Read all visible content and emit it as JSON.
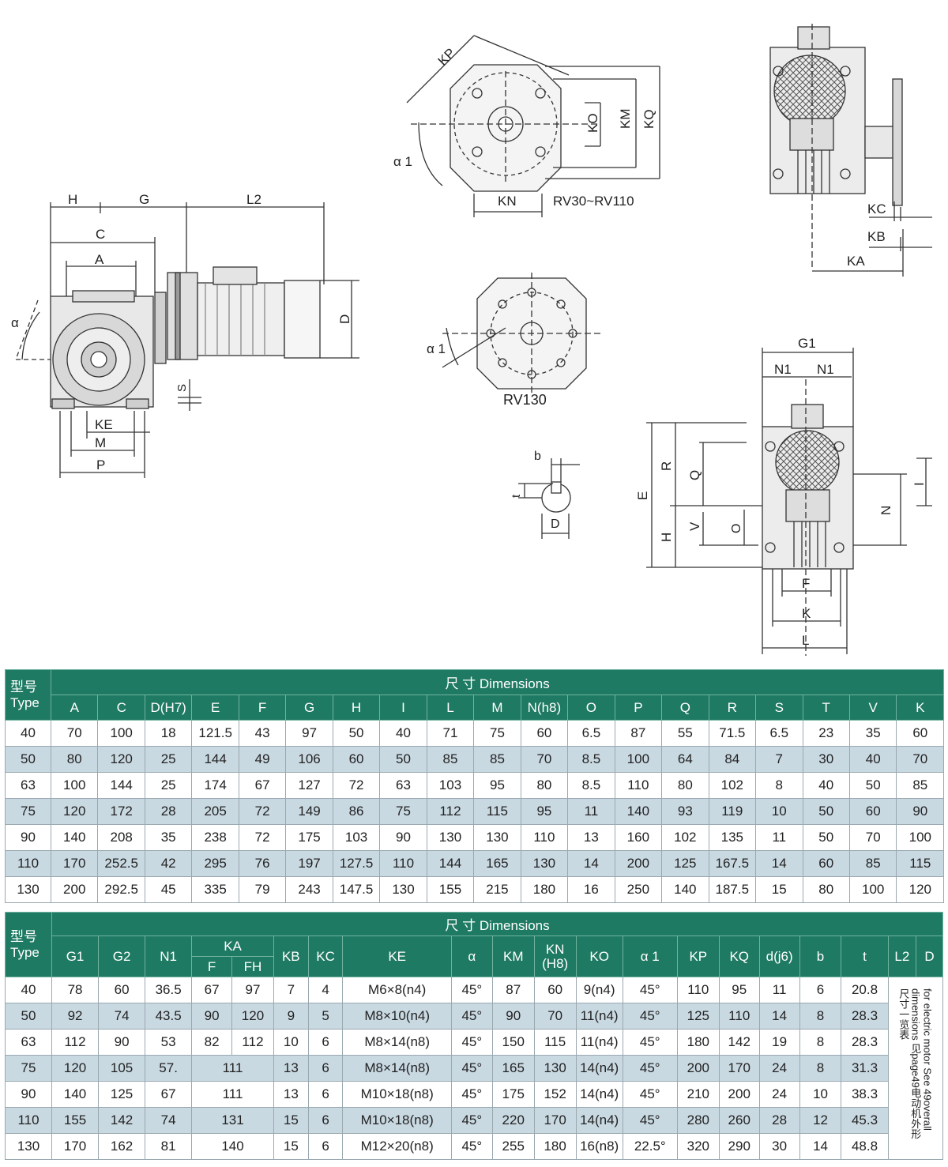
{
  "drawing_labels": {
    "H": "H",
    "G": "G",
    "L2": "L2",
    "C": "C",
    "A": "A",
    "alpha": "α",
    "D": "D",
    "S": "S",
    "KE": "KE",
    "M": "M",
    "P": "P",
    "KP": "KP",
    "alpha1": "α 1",
    "KO": "KO",
    "KM": "KM",
    "KQ": "KQ",
    "KN": "KN",
    "range": "RV30~RV110",
    "alpha1b": "α 1",
    "RV130": "RV130",
    "b": "b",
    "t": "t",
    "Dk": "D",
    "KC": "KC",
    "KB": "KB",
    "KA": "KA",
    "G1": "G1",
    "N1a": "N1",
    "N1b": "N1",
    "E": "E",
    "R": "R",
    "Q": "Q",
    "Hs": "H",
    "V": "V",
    "O": "O",
    "I": "I",
    "N": "N",
    "F": "F",
    "K": "K",
    "L": "L"
  },
  "table1": {
    "type_label_cn": "型号",
    "type_label_en": "Type",
    "dimensions_label": "尺  寸 Dimensions",
    "columns": [
      "A",
      "C",
      "D(H7)",
      "E",
      "F",
      "G",
      "H",
      "I",
      "L",
      "M",
      "N(h8)",
      "O",
      "P",
      "Q",
      "R",
      "S",
      "T",
      "V",
      "K"
    ],
    "rows": [
      [
        "40",
        "70",
        "100",
        "18",
        "121.5",
        "43",
        "97",
        "50",
        "40",
        "71",
        "75",
        "60",
        "6.5",
        "87",
        "55",
        "71.5",
        "6.5",
        "23",
        "35",
        "60"
      ],
      [
        "50",
        "80",
        "120",
        "25",
        "144",
        "49",
        "106",
        "60",
        "50",
        "85",
        "85",
        "70",
        "8.5",
        "100",
        "64",
        "84",
        "7",
        "30",
        "40",
        "70"
      ],
      [
        "63",
        "100",
        "144",
        "25",
        "174",
        "67",
        "127",
        "72",
        "63",
        "103",
        "95",
        "80",
        "8.5",
        "110",
        "80",
        "102",
        "8",
        "40",
        "50",
        "85"
      ],
      [
        "75",
        "120",
        "172",
        "28",
        "205",
        "72",
        "149",
        "86",
        "75",
        "112",
        "115",
        "95",
        "11",
        "140",
        "93",
        "119",
        "10",
        "50",
        "60",
        "90"
      ],
      [
        "90",
        "140",
        "208",
        "35",
        "238",
        "72",
        "175",
        "103",
        "90",
        "130",
        "130",
        "110",
        "13",
        "160",
        "102",
        "135",
        "11",
        "50",
        "70",
        "100"
      ],
      [
        "110",
        "170",
        "252.5",
        "42",
        "295",
        "76",
        "197",
        "127.5",
        "110",
        "144",
        "165",
        "130",
        "14",
        "200",
        "125",
        "167.5",
        "14",
        "60",
        "85",
        "115"
      ],
      [
        "130",
        "200",
        "292.5",
        "45",
        "335",
        "79",
        "243",
        "147.5",
        "130",
        "155",
        "215",
        "180",
        "16",
        "250",
        "140",
        "187.5",
        "15",
        "80",
        "100",
        "120"
      ]
    ]
  },
  "table2": {
    "type_label_cn": "型号",
    "type_label_en": "Type",
    "dimensions_label": "尺  寸 Dimensions",
    "col_G1": "G1",
    "col_G2": "G2",
    "col_N1": "N1",
    "col_KA": "KA",
    "col_KA_F": "F",
    "col_KA_FH": "FH",
    "col_KB": "KB",
    "col_KC": "KC",
    "col_KE": "KE",
    "col_alpha": "α",
    "col_KM": "KM",
    "col_KN": "KN\n(H8)",
    "col_KO": "KO",
    "col_alpha1": "α 1",
    "col_KP": "KP",
    "col_KQ": "KQ",
    "col_dj6": "d(j6)",
    "col_b": "b",
    "col_t": "t",
    "col_L2": "L2",
    "col_D": "D",
    "note": "for electric motor See 49overall dimensions 见page49电动机外形尺寸一览表",
    "rows": [
      {
        "type": "40",
        "G1": "78",
        "G2": "60",
        "N1": "36.5",
        "F": "67",
        "FH": "97",
        "KB": "7",
        "KC": "4",
        "KE": "M6×8(n4)",
        "alpha": "45°",
        "KM": "87",
        "KN": "60",
        "KO": "9(n4)",
        "alpha1": "45°",
        "KP": "110",
        "KQ": "95",
        "d": "11",
        "b": "6",
        "t": "20.8"
      },
      {
        "type": "50",
        "G1": "92",
        "G2": "74",
        "N1": "43.5",
        "F": "90",
        "FH": "120",
        "KB": "9",
        "KC": "5",
        "KE": "M8×10(n4)",
        "alpha": "45°",
        "KM": "90",
        "KN": "70",
        "KO": "11(n4)",
        "alpha1": "45°",
        "KP": "125",
        "KQ": "110",
        "d": "14",
        "b": "8",
        "t": "28.3"
      },
      {
        "type": "63",
        "G1": "112",
        "G2": "90",
        "N1": "53",
        "F": "82",
        "FH": "112",
        "KB": "10",
        "KC": "6",
        "KE": "M8×14(n8)",
        "alpha": "45°",
        "KM": "150",
        "KN": "115",
        "KO": "11(n4)",
        "alpha1": "45°",
        "KP": "180",
        "KQ": "142",
        "d": "19",
        "b": "8",
        "t": "28.3"
      },
      {
        "type": "75",
        "G1": "120",
        "G2": "105",
        "N1": "57.",
        "KA": "111",
        "KB": "13",
        "KC": "6",
        "KE": "M8×14(n8)",
        "alpha": "45°",
        "KM": "165",
        "KN": "130",
        "KO": "14(n4)",
        "alpha1": "45°",
        "KP": "200",
        "KQ": "170",
        "d": "24",
        "b": "8",
        "t": "31.3"
      },
      {
        "type": "90",
        "G1": "140",
        "G2": "125",
        "N1": "67",
        "KA": "111",
        "KB": "13",
        "KC": "6",
        "KE": "M10×18(n8)",
        "alpha": "45°",
        "KM": "175",
        "KN": "152",
        "KO": "14(n4)",
        "alpha1": "45°",
        "KP": "210",
        "KQ": "200",
        "d": "24",
        "b": "10",
        "t": "38.3"
      },
      {
        "type": "110",
        "G1": "155",
        "G2": "142",
        "N1": "74",
        "KA": "131",
        "KB": "15",
        "KC": "6",
        "KE": "M10×18(n8)",
        "alpha": "45°",
        "KM": "220",
        "KN": "170",
        "KO": "14(n4)",
        "alpha1": "45°",
        "KP": "280",
        "KQ": "260",
        "d": "28",
        "b": "12",
        "t": "45.3"
      },
      {
        "type": "130",
        "G1": "170",
        "G2": "162",
        "N1": "81",
        "KA": "140",
        "KB": "15",
        "KC": "6",
        "KE": "M12×20(n8)",
        "alpha": "45°",
        "KM": "255",
        "KN": "180",
        "KO": "16(n8)",
        "alpha1": "22.5°",
        "KP": "320",
        "KQ": "290",
        "d": "30",
        "b": "14",
        "t": "48.8"
      }
    ]
  }
}
